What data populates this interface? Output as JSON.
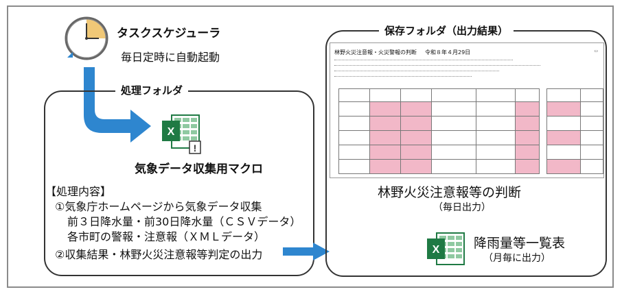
{
  "scheduler": {
    "title": "タスクスケジューラ",
    "subtitle": "毎日定時に自動起動"
  },
  "processing_folder": {
    "label": "処理フォルダ",
    "macro_label": "気象データ収集用マクロ",
    "content_header": "【処理内容】",
    "lines": [
      "①気象庁ホームページから気象データ収集",
      "前３日降水量・前30日降水量（ＣＳＶデータ）",
      "各市町の警報・注意報（ＸＭＬデータ）",
      "②収集結果・林野火災注意報等判定の出力"
    ]
  },
  "save_folder": {
    "label": "保存フォルダ（出力結果）",
    "doc_title": "林野火災注意報・火災警報の判断",
    "doc_date": "令和８年４月29日",
    "judgment_title": "林野火災注意報等の判断",
    "judgment_sub": "（毎日出力）",
    "list_title": "降雨量等一覧表",
    "list_sub": "（月毎に出力）"
  },
  "colors": {
    "arrow": "#2e86cf",
    "excel_green": "#1f7a44",
    "clock_face": "#f0c877",
    "pink": "#f2b8c8"
  },
  "table_rows": 5
}
